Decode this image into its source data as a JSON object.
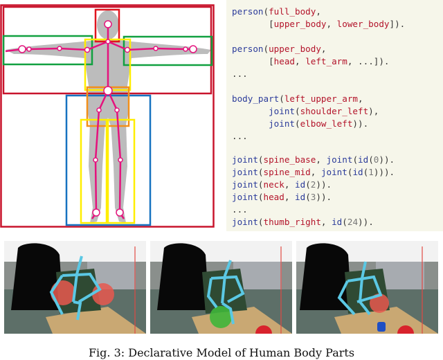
{
  "figure": {
    "caption": "Fig. 3: Declarative Model of Human Body Parts"
  },
  "body_diagram": {
    "description": "Human body silhouette with skeleton joints and bounding boxes",
    "box_colors": {
      "full_body": "#c8142c",
      "upper_body": "#c8142c",
      "head": "#e0141e",
      "arms": "#11a040",
      "torso": "#ffee00",
      "pelvis": "#f39019",
      "lower_body": "#1672c0",
      "legs": "#ffee00"
    },
    "skeleton_color": "#e5127d",
    "silhouette_color": "#bcbcbc"
  },
  "code": {
    "lines": [
      [
        {
          "t": "person",
          "c": "kw"
        },
        {
          "t": "(",
          "c": "punct"
        },
        {
          "t": "full_body",
          "c": "arg"
        },
        {
          "t": ",",
          "c": "punct"
        }
      ],
      [
        {
          "t": "       [",
          "c": "punct"
        },
        {
          "t": "upper_body",
          "c": "arg"
        },
        {
          "t": ", ",
          "c": "punct"
        },
        {
          "t": "lower_body",
          "c": "arg"
        },
        {
          "t": "]).",
          "c": "punct"
        }
      ],
      [],
      [
        {
          "t": "person",
          "c": "kw"
        },
        {
          "t": "(",
          "c": "punct"
        },
        {
          "t": "upper_body",
          "c": "arg"
        },
        {
          "t": ",",
          "c": "punct"
        }
      ],
      [
        {
          "t": "       [",
          "c": "punct"
        },
        {
          "t": "head",
          "c": "arg"
        },
        {
          "t": ", ",
          "c": "punct"
        },
        {
          "t": "left_arm",
          "c": "arg"
        },
        {
          "t": ", ...]).",
          "c": "punct"
        }
      ],
      [
        {
          "t": "...",
          "c": "punct"
        }
      ],
      [],
      [
        {
          "t": "body_part",
          "c": "kw"
        },
        {
          "t": "(",
          "c": "punct"
        },
        {
          "t": "left_upper_arm",
          "c": "arg"
        },
        {
          "t": ",",
          "c": "punct"
        }
      ],
      [
        {
          "t": "       ",
          "c": "punct"
        },
        {
          "t": "joint",
          "c": "kw"
        },
        {
          "t": "(",
          "c": "punct"
        },
        {
          "t": "shoulder_left",
          "c": "arg"
        },
        {
          "t": "),",
          "c": "punct"
        }
      ],
      [
        {
          "t": "       ",
          "c": "punct"
        },
        {
          "t": "joint",
          "c": "kw"
        },
        {
          "t": "(",
          "c": "punct"
        },
        {
          "t": "elbow_left",
          "c": "arg"
        },
        {
          "t": ")).",
          "c": "punct"
        }
      ],
      [
        {
          "t": "...",
          "c": "punct"
        }
      ],
      [],
      [
        {
          "t": "joint",
          "c": "kw"
        },
        {
          "t": "(",
          "c": "punct"
        },
        {
          "t": "spine_base",
          "c": "arg"
        },
        {
          "t": ", ",
          "c": "punct"
        },
        {
          "t": "joint",
          "c": "kw"
        },
        {
          "t": "(",
          "c": "punct"
        },
        {
          "t": "id",
          "c": "kw"
        },
        {
          "t": "(",
          "c": "punct"
        },
        {
          "t": "0",
          "c": "num"
        },
        {
          "t": ")).",
          "c": "punct"
        }
      ],
      [
        {
          "t": "joint",
          "c": "kw"
        },
        {
          "t": "(",
          "c": "punct"
        },
        {
          "t": "spine_mid",
          "c": "arg"
        },
        {
          "t": ", ",
          "c": "punct"
        },
        {
          "t": "joint",
          "c": "kw"
        },
        {
          "t": "(",
          "c": "punct"
        },
        {
          "t": "id",
          "c": "kw"
        },
        {
          "t": "(",
          "c": "punct"
        },
        {
          "t": "1",
          "c": "num"
        },
        {
          "t": "))).",
          "c": "punct"
        }
      ],
      [
        {
          "t": "joint",
          "c": "kw"
        },
        {
          "t": "(",
          "c": "punct"
        },
        {
          "t": "neck",
          "c": "arg"
        },
        {
          "t": ", ",
          "c": "punct"
        },
        {
          "t": "id",
          "c": "kw"
        },
        {
          "t": "(",
          "c": "punct"
        },
        {
          "t": "2",
          "c": "num"
        },
        {
          "t": ")).",
          "c": "punct"
        }
      ],
      [
        {
          "t": "joint",
          "c": "kw"
        },
        {
          "t": "(",
          "c": "punct"
        },
        {
          "t": "head",
          "c": "arg"
        },
        {
          "t": ", ",
          "c": "punct"
        },
        {
          "t": "id",
          "c": "kw"
        },
        {
          "t": "(",
          "c": "punct"
        },
        {
          "t": "3",
          "c": "num"
        },
        {
          "t": ")).",
          "c": "punct"
        }
      ],
      [
        {
          "t": "...",
          "c": "punct"
        }
      ],
      [
        {
          "t": "joint",
          "c": "kw"
        },
        {
          "t": "(",
          "c": "punct"
        },
        {
          "t": "thumb_right",
          "c": "arg"
        },
        {
          "t": ", ",
          "c": "punct"
        },
        {
          "t": "id",
          "c": "kw"
        },
        {
          "t": "(",
          "c": "punct"
        },
        {
          "t": "24",
          "c": "num"
        },
        {
          "t": ")).",
          "c": "punct"
        }
      ]
    ],
    "line_tops": [
      8,
      26,
      44,
      62,
      80,
      98,
      116,
      134,
      152,
      170,
      188,
      206,
      222,
      240,
      258,
      276,
      294,
      312
    ]
  },
  "photos": [
    {
      "name": "frame-1",
      "highlight_color": "#e8584f",
      "skeleton_color": "#5bc8e4"
    },
    {
      "name": "frame-2",
      "highlight_color": "#3fb53a",
      "skeleton_color": "#5bc8e4"
    },
    {
      "name": "frame-3",
      "highlight_color": "#e8584f",
      "skeleton_color": "#5bc8e4"
    }
  ]
}
